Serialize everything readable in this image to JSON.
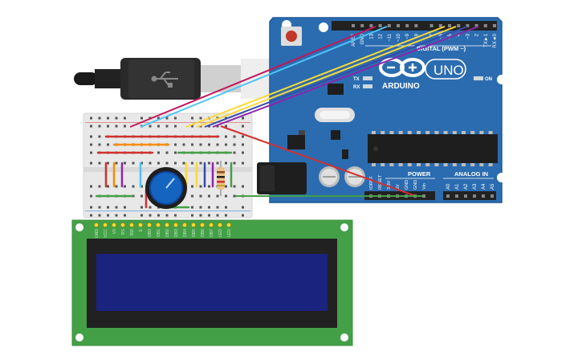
{
  "arduino": {
    "brand": "ARDUINO",
    "model": "UNO",
    "digital_label": "DIGITAL (PWM ~)",
    "power_label": "POWER",
    "analog_label": "ANALOG IN",
    "on_label": "ON",
    "tx_label": "TX",
    "rx_label": "RX",
    "digital_pins": [
      "AREF",
      "GND",
      "13",
      "12",
      "~11",
      "~10",
      "~9",
      "8",
      "7",
      "~6",
      "~5",
      "4",
      "~3",
      "2",
      "TX►1",
      "RX◄0"
    ],
    "power_pins": [
      "IOREF",
      "RESET",
      "3.3V",
      "5V",
      "GND",
      "GND",
      "Vin"
    ],
    "analog_pins": [
      "A0",
      "A1",
      "A2",
      "A3",
      "A4",
      "A5"
    ]
  },
  "lcd": {
    "pins": [
      "GND",
      "VCC",
      "V0",
      "RS",
      "RW",
      "E",
      "DB0",
      "DB1",
      "DB2",
      "DB3",
      "DB4",
      "DB5",
      "DB6",
      "DB7",
      "LED",
      "LED"
    ]
  },
  "colors": {
    "board": "#2b6cb0",
    "lcd_pcb": "#43a047",
    "lcd_screen": "#1a237e",
    "breadboard": "#e8e8e8",
    "wire_magenta": "#c2185b",
    "wire_cyan": "#4fc3f7",
    "wire_yellow": "#fdd835",
    "wire_blue": "#3949ab",
    "wire_purple": "#8e24aa",
    "wire_red": "#d32f2f",
    "wire_green": "#43a047",
    "wire_orange": "#fb8c00"
  }
}
